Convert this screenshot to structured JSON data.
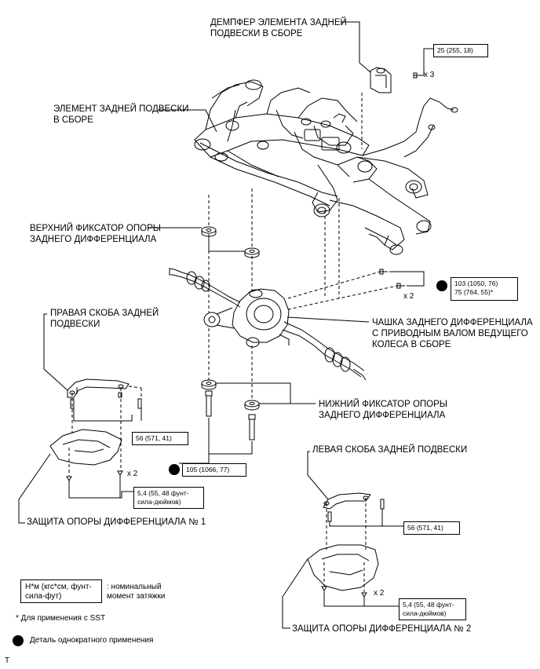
{
  "labels": {
    "damper": "ДЕМПФЕР ЭЛЕМЕНТА ЗАДНЕЙ\nПОДВЕСКИ В СБОРЕ",
    "member": "ЭЛЕМЕНТ ЗАДНЕЙ ПОДВЕСКИ\nВ СБОРЕ",
    "upper_stopper": "ВЕРХНИЙ ФИКСАТОР ОПОРЫ\nЗАДНЕГО ДИФФЕРЕНЦИАЛА",
    "right_bracket": "ПРАВАЯ СКОБА ЗАДНЕЙ\nПОДВЕСКИ",
    "carrier": "ЧАШКА ЗАДНЕГО ДИФФЕРЕНЦИАЛА\nС ПРИВОДНЫМ ВАЛОМ ВЕДУЩЕГО\nКОЛЕСА В СБОРЕ",
    "lower_stopper": "НИЖНИЙ ФИКСАТОР ОПОРЫ\nЗАДНЕГО ДИФФЕРЕНЦИАЛА",
    "left_bracket": "ЛЕВАЯ СКОБА ЗАДНЕЙ ПОДВЕСКИ",
    "protector1": "ЗАЩИТА ОПОРЫ ДИФФЕРЕНЦИАЛА № 1",
    "protector2": "ЗАЩИТА ОПОРЫ ДИФФЕРЕНЦИАЛА № 2"
  },
  "torques": {
    "t25": "25 (255, 18)",
    "t103": "103 (1050, 76)\n75 (764, 55)*",
    "t56_right": "56 (571, 41)",
    "t105": "105 (1066, 77)",
    "t54_right": "5,4 (55, 48 фунт-\nсила-дюймов)",
    "t56_left": "56 (571, 41)",
    "t54_left": "5,4 (55, 48 фунт-\nсила-дюймов)"
  },
  "counts": {
    "damper_bolts": "x 3",
    "carrier_bolts": "x 2",
    "protector1_bolts": "x 2",
    "protector2_bolts": "x 2"
  },
  "legend": {
    "units": "Н*м (кгс*см, фунт-\nсила-фут)",
    "units_desc": ": номинальный\nмомент затяжки",
    "sst": "* Для применения с SST",
    "nonreusable": "Деталь однократного применения"
  },
  "corner": "T"
}
